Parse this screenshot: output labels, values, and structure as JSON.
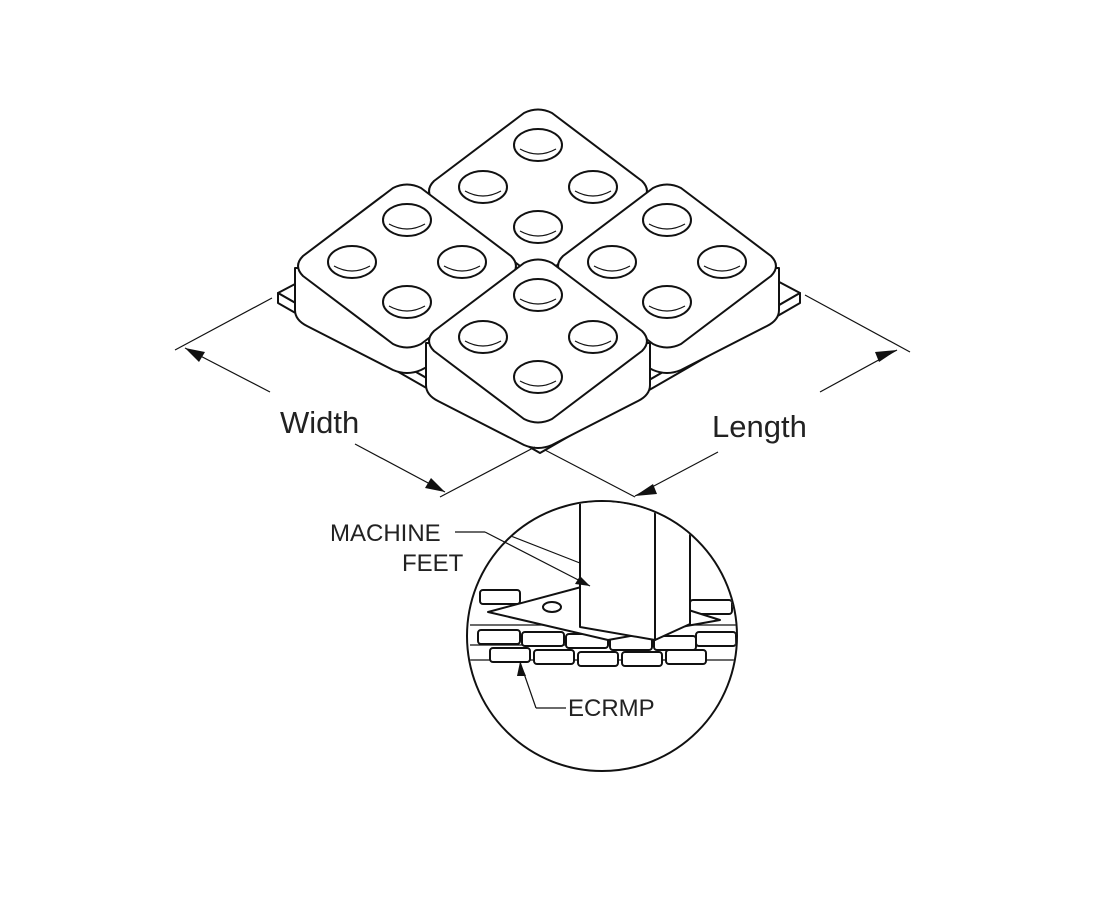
{
  "labels": {
    "width": "Width",
    "length": "Length",
    "machine_feet_line1": "MACHINE",
    "machine_feet_line2": "FEET",
    "ecrmp": "ECRMP"
  },
  "colors": {
    "line": "#111111",
    "text": "#222222",
    "background": "#ffffff"
  }
}
